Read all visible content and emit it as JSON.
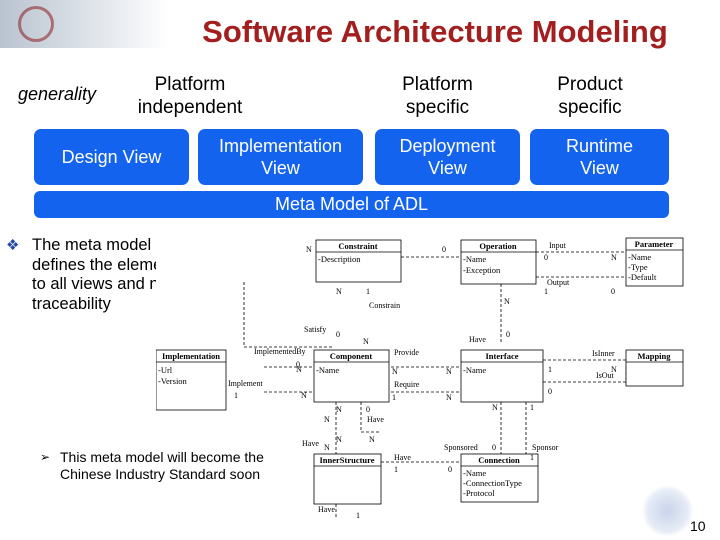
{
  "title": "Software Architecture Modeling",
  "generality": "generality",
  "headers": {
    "independent": [
      "Platform",
      "independent"
    ],
    "specific": [
      "Platform",
      "specific"
    ],
    "product": [
      "Product",
      "specific"
    ]
  },
  "views": [
    [
      "Design View"
    ],
    [
      "Implementation",
      "View"
    ],
    [
      "Deployment",
      "View"
    ],
    [
      "Runtime",
      "View"
    ]
  ],
  "meta_bar": "Meta Model of ADL",
  "bullet": {
    "icon": "diamond-bullet-icon",
    "lines": [
      "The meta model of ADL only",
      "defines the elements common",
      "to all views and necessary for",
      "traceability"
    ]
  },
  "sub_bullet": {
    "icon": "arrow-bullet-icon",
    "lines": [
      "This meta model will become the",
      "Chinese Industry Standard soon"
    ]
  },
  "page_number": "10",
  "uml": {
    "classes": [
      {
        "name": "Constraint",
        "attrs": [
          "-Description"
        ]
      },
      {
        "name": "Operation",
        "attrs": [
          "-Name",
          "-Exception"
        ]
      },
      {
        "name": "Parameter",
        "attrs": [
          "-Name",
          "-Type",
          "-Default"
        ]
      },
      {
        "name": "Implementation",
        "attrs": [
          "-Url",
          "-Version"
        ]
      },
      {
        "name": "Component",
        "attrs": [
          "-Name"
        ]
      },
      {
        "name": "Interface",
        "attrs": [
          "-Name"
        ]
      },
      {
        "name": "Mapping",
        "attrs": []
      },
      {
        "name": "InnerStructure",
        "attrs": []
      },
      {
        "name": "Connection",
        "attrs": [
          "-Name",
          "-ConnectionType",
          "-Protocol"
        ]
      }
    ],
    "labels": [
      "Input",
      "Output",
      "Constrain",
      "Satisfy",
      "ImplementedBy",
      "Implement",
      "Provide",
      "Require",
      "IsInner",
      "IsOut",
      "Have",
      "Have",
      "Have",
      "Have",
      "Have",
      "Sponsored",
      "Sponsor"
    ],
    "mult": [
      "N",
      "0",
      "N",
      "1",
      "N",
      "0",
      "0",
      "1",
      "N",
      "0",
      "0",
      "N",
      "N",
      "0",
      "1",
      "N",
      "N",
      "N",
      "1",
      "N",
      "1",
      "N",
      "0",
      "0",
      "N",
      "N",
      "N",
      "1",
      "0",
      "N",
      "0",
      "1",
      "1",
      "N",
      "1",
      "N"
    ]
  }
}
